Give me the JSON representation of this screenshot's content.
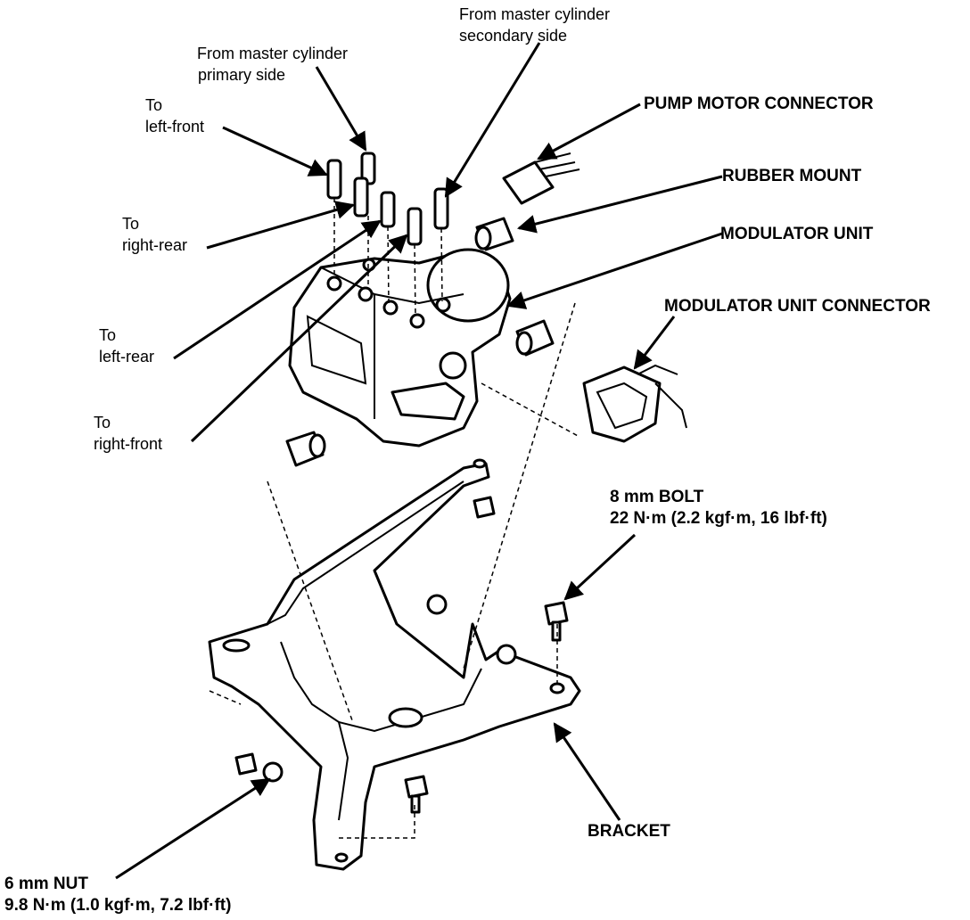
{
  "labels": {
    "master_secondary": {
      "line1": "From master cylinder",
      "line2": "secondary side"
    },
    "master_primary": {
      "line1": "From master cylinder",
      "line2": "primary side"
    },
    "left_front": {
      "line1": "To",
      "line2": "left-front"
    },
    "right_rear": {
      "line1": "To",
      "line2": "right-rear"
    },
    "left_rear": {
      "line1": "To",
      "line2": "left-rear"
    },
    "right_front": {
      "line1": "To",
      "line2": "right-front"
    },
    "pump_motor_connector": "PUMP MOTOR CONNECTOR",
    "rubber_mount": "RUBBER MOUNT",
    "modulator_unit": "MODULATOR UNIT",
    "modulator_unit_connector": "MODULATOR UNIT CONNECTOR",
    "bolt": {
      "line1": "8 mm BOLT",
      "line2": "22 N·m (2.2 kgf·m, 16 lbf·ft)"
    },
    "bracket": "BRACKET",
    "nut": {
      "line1": "6 mm NUT",
      "line2": "9.8 N·m (1.0 kgf·m, 7.2 lbf·ft)"
    }
  }
}
